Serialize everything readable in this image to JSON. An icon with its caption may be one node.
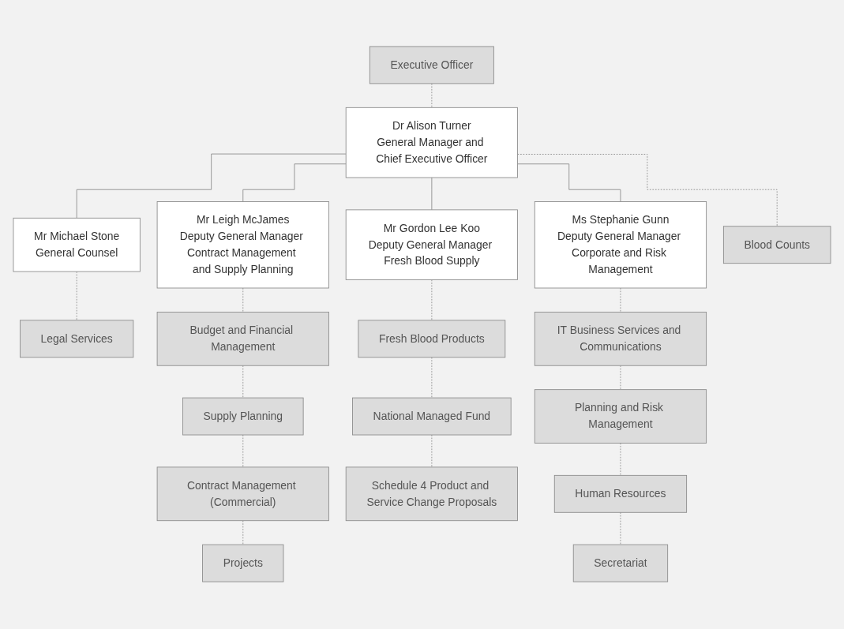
{
  "diagram": {
    "nodes": [
      {
        "text": [
          "Executive Officer"
        ]
      },
      {
        "text": [
          "Dr Alison Turner",
          "General Manager and Chief Executive Officer"
        ]
      },
      {
        "text": [
          "Mr Michael Stone",
          "General Counsel"
        ]
      },
      {
        "text": [
          "Mr Leigh McJames",
          "Deputy General Manager Contract Management and Supply Planning"
        ]
      },
      {
        "text": [
          "Mr Gordon Lee Koo",
          "Deputy General Manager Fresh Blood Supply"
        ]
      },
      {
        "text": [
          "Ms Stephanie Gunn",
          "Deputy General Manager Corporate and Risk Management"
        ]
      },
      {
        "text": [
          "Legal Services"
        ]
      },
      {
        "text": [
          "Budget and Financial Management"
        ]
      },
      {
        "text": [
          "Fresh Blood Products"
        ]
      },
      {
        "text": [
          "IT Business Services and Communications"
        ]
      },
      {
        "text": [
          "Blood Counts"
        ]
      },
      {
        "text": [
          "Supply Planning"
        ]
      },
      {
        "text": [
          "National Managed Fund"
        ]
      },
      {
        "text": [
          "Planning and Risk Management"
        ]
      },
      {
        "text": [
          "Contract Management (Commercial)"
        ]
      },
      {
        "text": [
          "Schedule 4 Product and Service Change Proposals"
        ]
      },
      {
        "text": [
          "Human Resources"
        ]
      },
      {
        "text": [
          "Projects"
        ]
      },
      {
        "text": [
          "Secretariat"
        ]
      }
    ],
    "edges": [
      {
        "from": 0,
        "to": 1,
        "arrow": "none",
        "style": "dashed"
      },
      {
        "from": 1,
        "to": 2,
        "arrow": "none"
      },
      {
        "from": 1,
        "to": 3,
        "arrow": "none"
      },
      {
        "from": 1,
        "to": 4,
        "arrow": "none"
      },
      {
        "from": 1,
        "to": 5,
        "arrow": "none"
      },
      {
        "from": 1,
        "to": 10,
        "arrow": "none",
        "style": "dashed"
      },
      {
        "from": 2,
        "to": 6,
        "arrow": "none",
        "style": "dashed"
      },
      {
        "from": 3,
        "to": 7,
        "arrow": "none",
        "style": "dashed"
      },
      {
        "from": 7,
        "to": 11,
        "arrow": "none",
        "style": "dashed"
      },
      {
        "from": 11,
        "to": 14,
        "arrow": "none",
        "style": "dashed"
      },
      {
        "from": 14,
        "to": 17,
        "arrow": "none",
        "style": "dashed"
      },
      {
        "from": 4,
        "to": 8,
        "arrow": "none",
        "style": "dashed"
      },
      {
        "from": 8,
        "to": 12,
        "arrow": "none",
        "style": "dashed"
      },
      {
        "from": 12,
        "to": 15,
        "arrow": "none",
        "style": "dashed"
      },
      {
        "from": 5,
        "to": 9,
        "arrow": "none",
        "style": "dashed"
      },
      {
        "from": 9,
        "to": 13,
        "arrow": "none",
        "style": "dashed"
      },
      {
        "from": 13,
        "to": 16,
        "arrow": "none",
        "style": "dashed"
      },
      {
        "from": 16,
        "to": 18,
        "arrow": "none",
        "style": "dashed"
      }
    ]
  }
}
